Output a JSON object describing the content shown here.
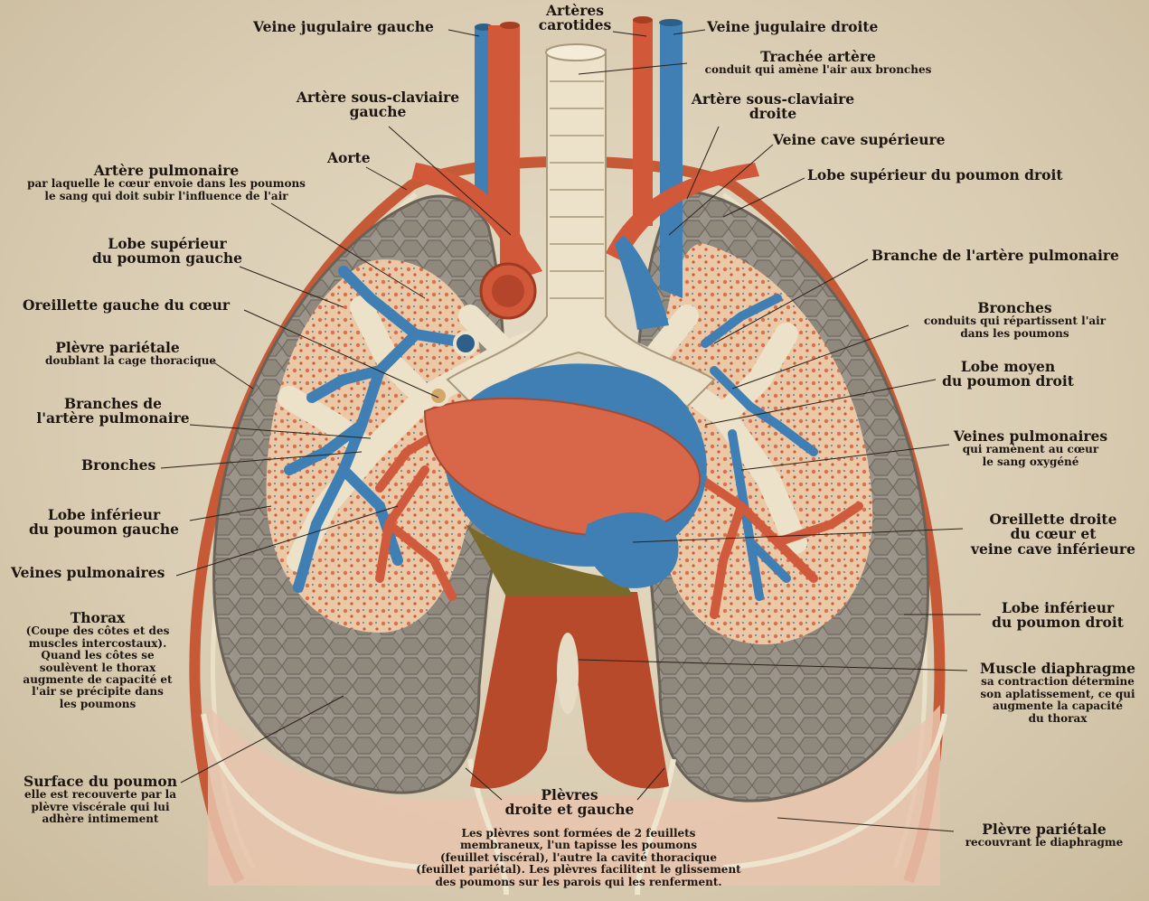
{
  "colors": {
    "background": "#d9ccb2",
    "artery": "#d2583a",
    "vein": "#3f7fb3",
    "lung": "#9a9388",
    "heart": "#d8674a",
    "trachea": "#ece2c9",
    "muscle": "#b84a2c",
    "text": "#1c1510"
  },
  "labels": {
    "veine_jugulaire_gauche": "Veine jugulaire gauche",
    "arteres_carotides": [
      "Artères",
      "carotides"
    ],
    "veine_jugulaire_droite": "Veine jugulaire droite",
    "trachee_artere": {
      "title": "Trachée artère",
      "note": "conduit qui amène l'air aux bronches"
    },
    "artere_sous_claviaire_gauche": [
      "Artère sous-claviaire",
      "gauche"
    ],
    "artere_sous_claviaire_droite": [
      "Artère sous-claviaire",
      "droite"
    ],
    "aorte": "Aorte",
    "veine_cave_superieure": "Veine cave supérieure",
    "artere_pulmonaire": {
      "title": "Artère pulmonaire",
      "notes": [
        "par laquelle le cœur envoie dans les poumons",
        "le sang qui doit subir l'influence de l'air"
      ]
    },
    "lobe_superieur_droit": "Lobe supérieur du poumon droit",
    "lobe_superieur_gauche": [
      "Lobe supérieur",
      "du poumon gauche"
    ],
    "branche_artere_pulmonaire": "Branche de l'artère pulmonaire",
    "oreillette_gauche": "Oreillette gauche du cœur",
    "bronches_right": {
      "title": "Bronches",
      "notes": [
        "conduits qui répartissent l'air",
        "dans les poumons"
      ]
    },
    "plevre_parietale_left": {
      "title": "Plèvre pariétale",
      "note": "doublant la cage thoracique"
    },
    "lobe_moyen_droit": [
      "Lobe moyen",
      "du poumon droit"
    ],
    "branches_artere_pulmonaire": [
      "Branches de",
      "l'artère pulmonaire"
    ],
    "veines_pulmonaires_right": {
      "title": "Veines pulmonaires",
      "notes": [
        "qui ramènent au cœur",
        "le sang oxygéné"
      ]
    },
    "bronches_left": "Bronches",
    "lobe_inferieur_gauche": [
      "Lobe inférieur",
      "du poumon gauche"
    ],
    "oreillette_droite": [
      "Oreillette droite",
      "du cœur et",
      "veine cave inférieure"
    ],
    "veines_pulmonaires_left": "Veines pulmonaires",
    "lobe_inferieur_droit": [
      "Lobe inférieur",
      "du poumon droit"
    ],
    "thorax": {
      "title": "Thorax",
      "notes": [
        "(Coupe des côtes et des",
        "muscles intercostaux).",
        "Quand les côtes se",
        "soulèvent le thorax",
        "augmente de capacité et",
        "l'air se précipite dans",
        "les poumons"
      ]
    },
    "muscle_diaphragme": {
      "title": "Muscle diaphragme",
      "notes": [
        "sa contraction détermine",
        "son aplatissement, ce qui",
        "augmente la capacité",
        "du thorax"
      ]
    },
    "surface_poumon": {
      "title": "Surface du poumon",
      "notes": [
        "elle est recouverte par la",
        "plèvre viscérale qui lui",
        "adhère intimement"
      ]
    },
    "plevres": [
      "Plèvres",
      "droite et gauche"
    ],
    "plevre_parietale_right": {
      "title": "Plèvre pariétale",
      "note": "recouvrant le diaphragme"
    },
    "plevres_note": [
      "Les plèvres sont formées de 2 feuillets",
      "membraneux, l'un tapisse les poumons",
      "(feuillet viscéral), l'autre la cavité thoracique",
      "(feuillet pariétal). Les plèvres facilitent le glissement",
      "des poumons sur les parois qui les renferment."
    ]
  }
}
